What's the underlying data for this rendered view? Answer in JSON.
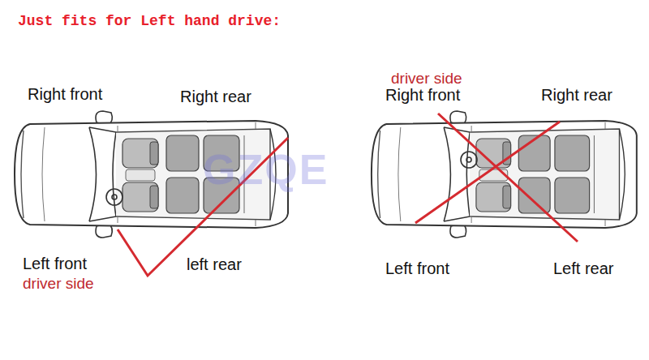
{
  "diagram": {
    "title": "Just fits for Left hand drive:",
    "labels": [
      "Right front",
      "Right rear",
      "driver side",
      "Right front",
      "Right rear",
      "Left front",
      "driver side",
      "left rear",
      "Left front",
      "Left rear",
      "GZQE"
    ]
  }
}
